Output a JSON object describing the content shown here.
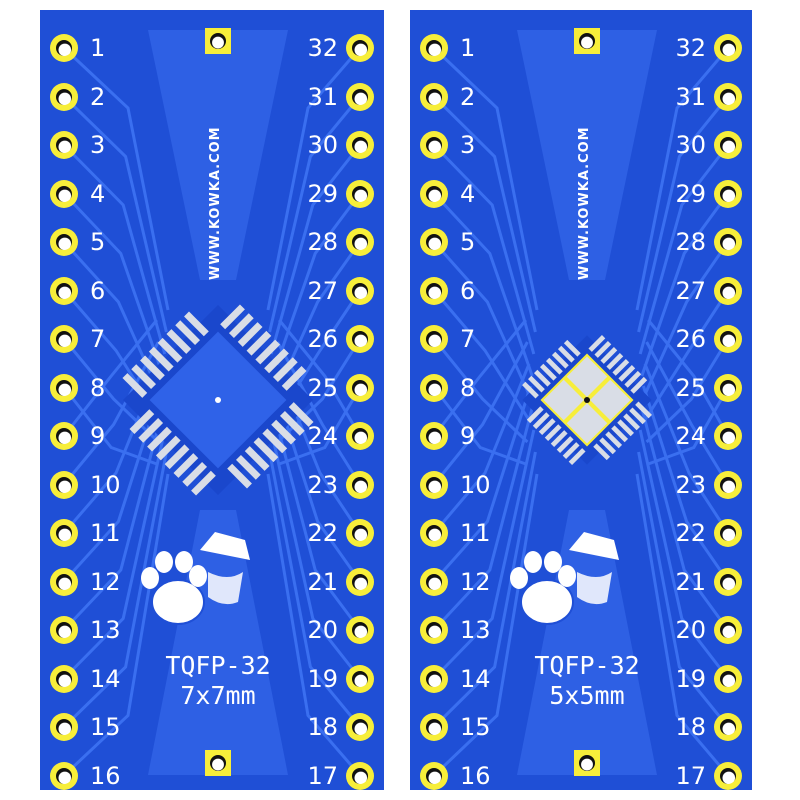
{
  "boards": [
    {
      "url_text": "WWW.KOWKA.COM",
      "package": "TQFP-32",
      "size": "7x7mm",
      "left_pins": [
        "1",
        "2",
        "3",
        "4",
        "5",
        "6",
        "7",
        "8",
        "9",
        "10",
        "11",
        "12",
        "13",
        "14",
        "15",
        "16"
      ],
      "right_pins": [
        "32",
        "31",
        "30",
        "29",
        "28",
        "27",
        "26",
        "25",
        "24",
        "23",
        "22",
        "21",
        "20",
        "19",
        "18",
        "17"
      ]
    },
    {
      "url_text": "WWW.KOWKA.COM",
      "package": "TQFP-32",
      "size": "5x5mm",
      "left_pins": [
        "1",
        "2",
        "3",
        "4",
        "5",
        "6",
        "7",
        "8",
        "9",
        "10",
        "11",
        "12",
        "13",
        "14",
        "15",
        "16"
      ],
      "right_pins": [
        "32",
        "31",
        "30",
        "29",
        "28",
        "27",
        "26",
        "25",
        "24",
        "23",
        "22",
        "21",
        "20",
        "19",
        "18",
        "17"
      ]
    }
  ],
  "colors": {
    "board": "#1f4fd6",
    "trace": "#3a6ff0",
    "pad": "#f7ee3a",
    "silk": "#ffffff",
    "smd_pad": "#d9dde6"
  }
}
